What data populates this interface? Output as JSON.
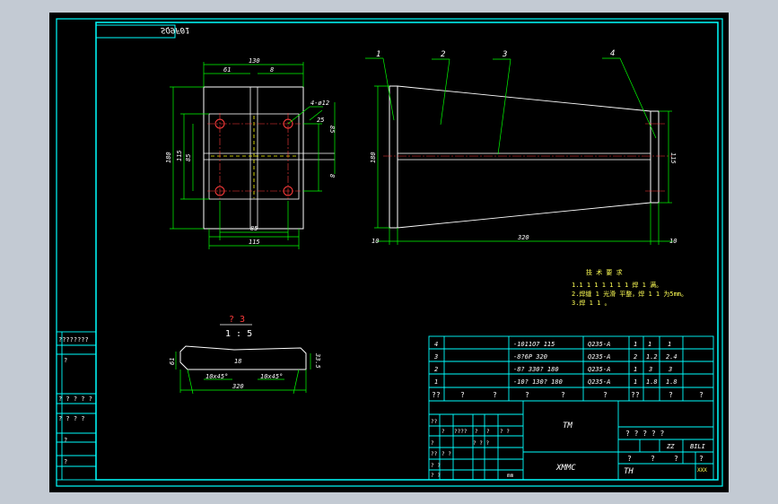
{
  "colors": {
    "background": "#c3cad3",
    "sheet": "#000000",
    "border": "#00ffff",
    "part": "#ffffff",
    "dimension": "#00ff00",
    "centerline": "#ff3b3b",
    "hidden": "#ffff00",
    "note": "#ffff55"
  },
  "drawing": {
    "code": "SQ9F01",
    "plan_view": {
      "dims": {
        "top_total": "130",
        "top_left": "61",
        "top_right": "8",
        "left_total": "180",
        "left_inner1": "115",
        "left_inner2": "85",
        "bottom_inner": "85",
        "bottom_total": "115",
        "right_85": "85",
        "right_8": "8"
      },
      "hole_note_line1": "4-ø12",
      "hole_note_line2": "25"
    },
    "side_view": {
      "callouts": [
        "1",
        "2",
        "3",
        "4"
      ],
      "dims": {
        "height_left": "180",
        "height_right": "115",
        "bottom_left": "10",
        "bottom_mid": "320",
        "bottom_right": "10"
      }
    },
    "section": {
      "label": "? 3",
      "scale": "1 : 5",
      "dims": {
        "left": "61",
        "mid": "18",
        "right": "33.5",
        "bottom": "320",
        "cham_left": "10x45°",
        "cham_right": "10x45°"
      }
    },
    "notes": {
      "title": "技 术 要 求",
      "lines": [
        "1.1 1 1 1 1 1 1 焊 1 满。",
        "2.焊缝 1 光滑 平整，焊 1 1 为5mm。",
        "3.焊 1 1 。"
      ]
    },
    "bom": {
      "rows": [
        {
          "no": "4",
          "code": "-1011O7 115",
          "material": "Q235-A",
          "qty": "1",
          "w1": "1",
          "w2": "1"
        },
        {
          "no": "3",
          "code": "-8?6P 320",
          "material": "Q235-A",
          "qty": "2",
          "w1": "1.2",
          "w2": "2.4"
        },
        {
          "no": "2",
          "code": "-8? 330? 180",
          "material": "Q235-A",
          "qty": "1",
          "w1": "3",
          "w2": "3"
        },
        {
          "no": "1",
          "code": "-10? 130? 180",
          "material": "Q235-A",
          "qty": "1",
          "w1": "1.8",
          "w2": "1.8"
        }
      ],
      "header": [
        "??",
        "?",
        "?",
        "?",
        "?",
        "?",
        "??",
        "?",
        "?"
      ]
    },
    "title_block": {
      "tm": "TM",
      "xmmc": "XMMC",
      "th": "TH",
      "mid_row": "? ? ? ? ?",
      "zz": "ZZ",
      "bili": "BILI",
      "corner": "XXX",
      "q1": "?",
      "q2": "?",
      "q3": "?",
      "q4": "?",
      "left_rows": [
        "??",
        "? ?",
        "? ?",
        "? ?"
      ],
      "h1": "??",
      "h2": "????",
      "h3": "?",
      "h4": "?",
      "h5": "?",
      "h6": "? ?",
      "h7": "? ? ?",
      "h8": "?",
      "mm": "mm"
    },
    "left_strip": {
      "rows": [
        "????????",
        "?",
        "? ? ? ? ?",
        "? ? ? ?",
        "?",
        "?"
      ]
    }
  }
}
